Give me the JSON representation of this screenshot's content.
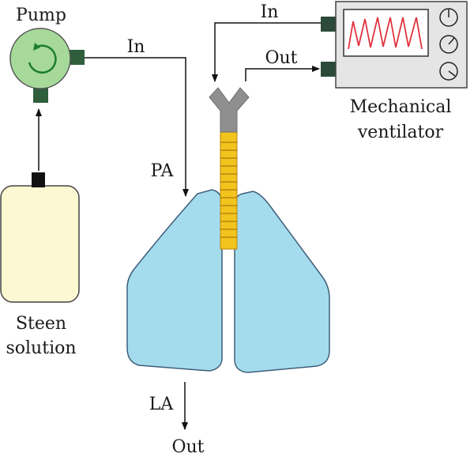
{
  "labels": {
    "pump": "Pump",
    "pump_in": "In",
    "pa": "PA",
    "la": "LA",
    "lung_out": "Out",
    "steen_line1": "Steen",
    "steen_line2": "solution",
    "vent_in": "In",
    "vent_out": "Out",
    "vent_line1": "Mechanical",
    "vent_line2": "ventilator"
  },
  "colors": {
    "pump_body": "#a6d99a",
    "pump_dark": "#2f5e3c",
    "pump_arrow": "#1e7d2c",
    "bottle": "#fbf8d2",
    "lung": "#a4dced",
    "lung_stroke": "#3f5f7a",
    "trachea": "#f3c31e",
    "bronchi": "#8f8f8f",
    "ventilator": "#e5e5e5",
    "screen_wave": "#e0343f",
    "connector": "#2c4a3a"
  },
  "icons": {
    "pump": "circular-arrow-pump-icon",
    "ventilator_dials": "dial-icon"
  }
}
